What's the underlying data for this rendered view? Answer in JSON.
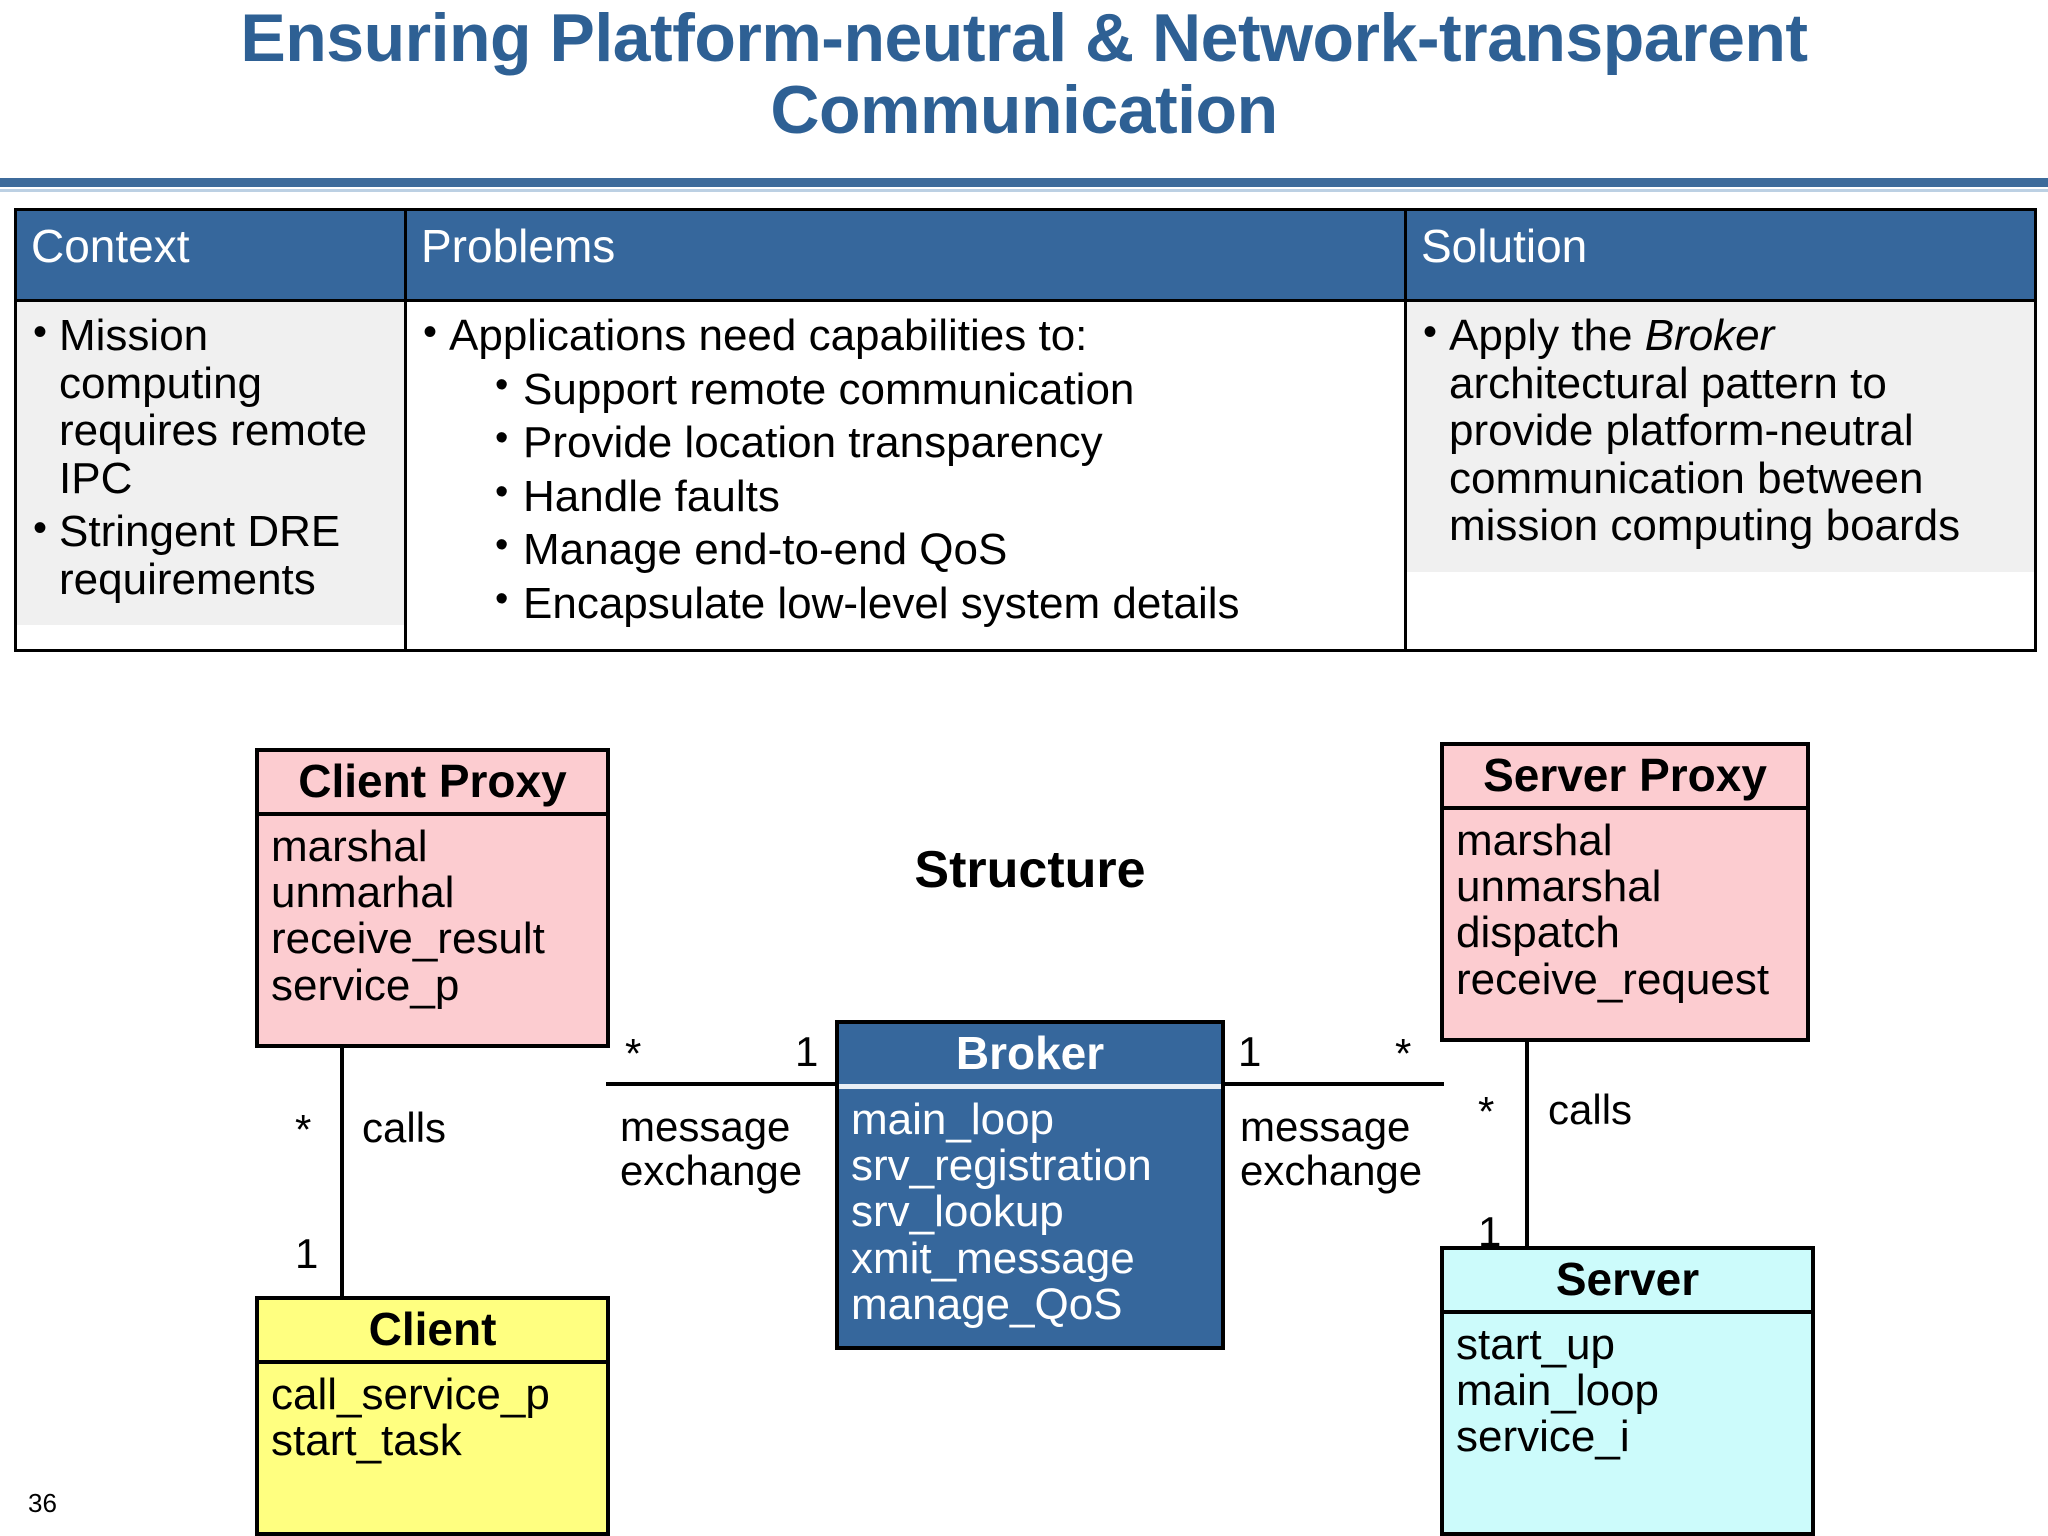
{
  "slide": {
    "title": "Ensuring Platform-neutral & Network-transparent Communication",
    "page_number": "36",
    "accent_color": "#36679c",
    "title_color": "#2e6094"
  },
  "table": {
    "headers": [
      "Context",
      "Problems",
      "Solution"
    ],
    "context": {
      "bullets": [
        "Mission computing requires remote IPC",
        "Stringent DRE requirements"
      ]
    },
    "problems": {
      "lead": "Applications need capabilities to:",
      "sub_bullets": [
        "Support remote communication",
        "Provide location transparency",
        "Handle faults",
        "Manage end-to-end QoS",
        "Encapsulate low-level system details"
      ]
    },
    "solution": {
      "text_before": "Apply the ",
      "emphasis": "Broker",
      "text_after": " architectural pattern to provide platform-neutral communication between mission computing boards"
    }
  },
  "diagram": {
    "heading": "Structure",
    "classes": {
      "client_proxy": {
        "name": "Client Proxy",
        "operations": [
          "marshal",
          "unmarhal",
          "receive_result",
          "service_p"
        ],
        "fill": "#fcccd0"
      },
      "server_proxy": {
        "name": "Server Proxy",
        "operations": [
          "marshal",
          "unmarshal",
          "dispatch",
          "receive_request"
        ],
        "fill": "#fcccd0"
      },
      "broker": {
        "name": "Broker",
        "operations": [
          "main_loop",
          "srv_registration",
          "srv_lookup",
          "xmit_message",
          "manage_QoS"
        ],
        "fill": "#36679c"
      },
      "client": {
        "name": "Client",
        "operations": [
          "call_service_p",
          "start_task"
        ],
        "fill": "#ffff80"
      },
      "server": {
        "name": "Server",
        "operations": [
          "start_up",
          "main_loop",
          "service_i"
        ],
        "fill": "#ccfbfb"
      }
    },
    "associations": {
      "client_proxy_broker": {
        "label": "message exchange",
        "source_multiplicity": "*",
        "target_multiplicity": "1"
      },
      "broker_server_proxy": {
        "label": "message exchange",
        "source_multiplicity": "1",
        "target_multiplicity": "*"
      },
      "client_proxy_client": {
        "label": "calls",
        "source_multiplicity": "*",
        "target_multiplicity": "1"
      },
      "server_proxy_server": {
        "label": "calls",
        "source_multiplicity": "*",
        "target_multiplicity": "1"
      }
    }
  }
}
